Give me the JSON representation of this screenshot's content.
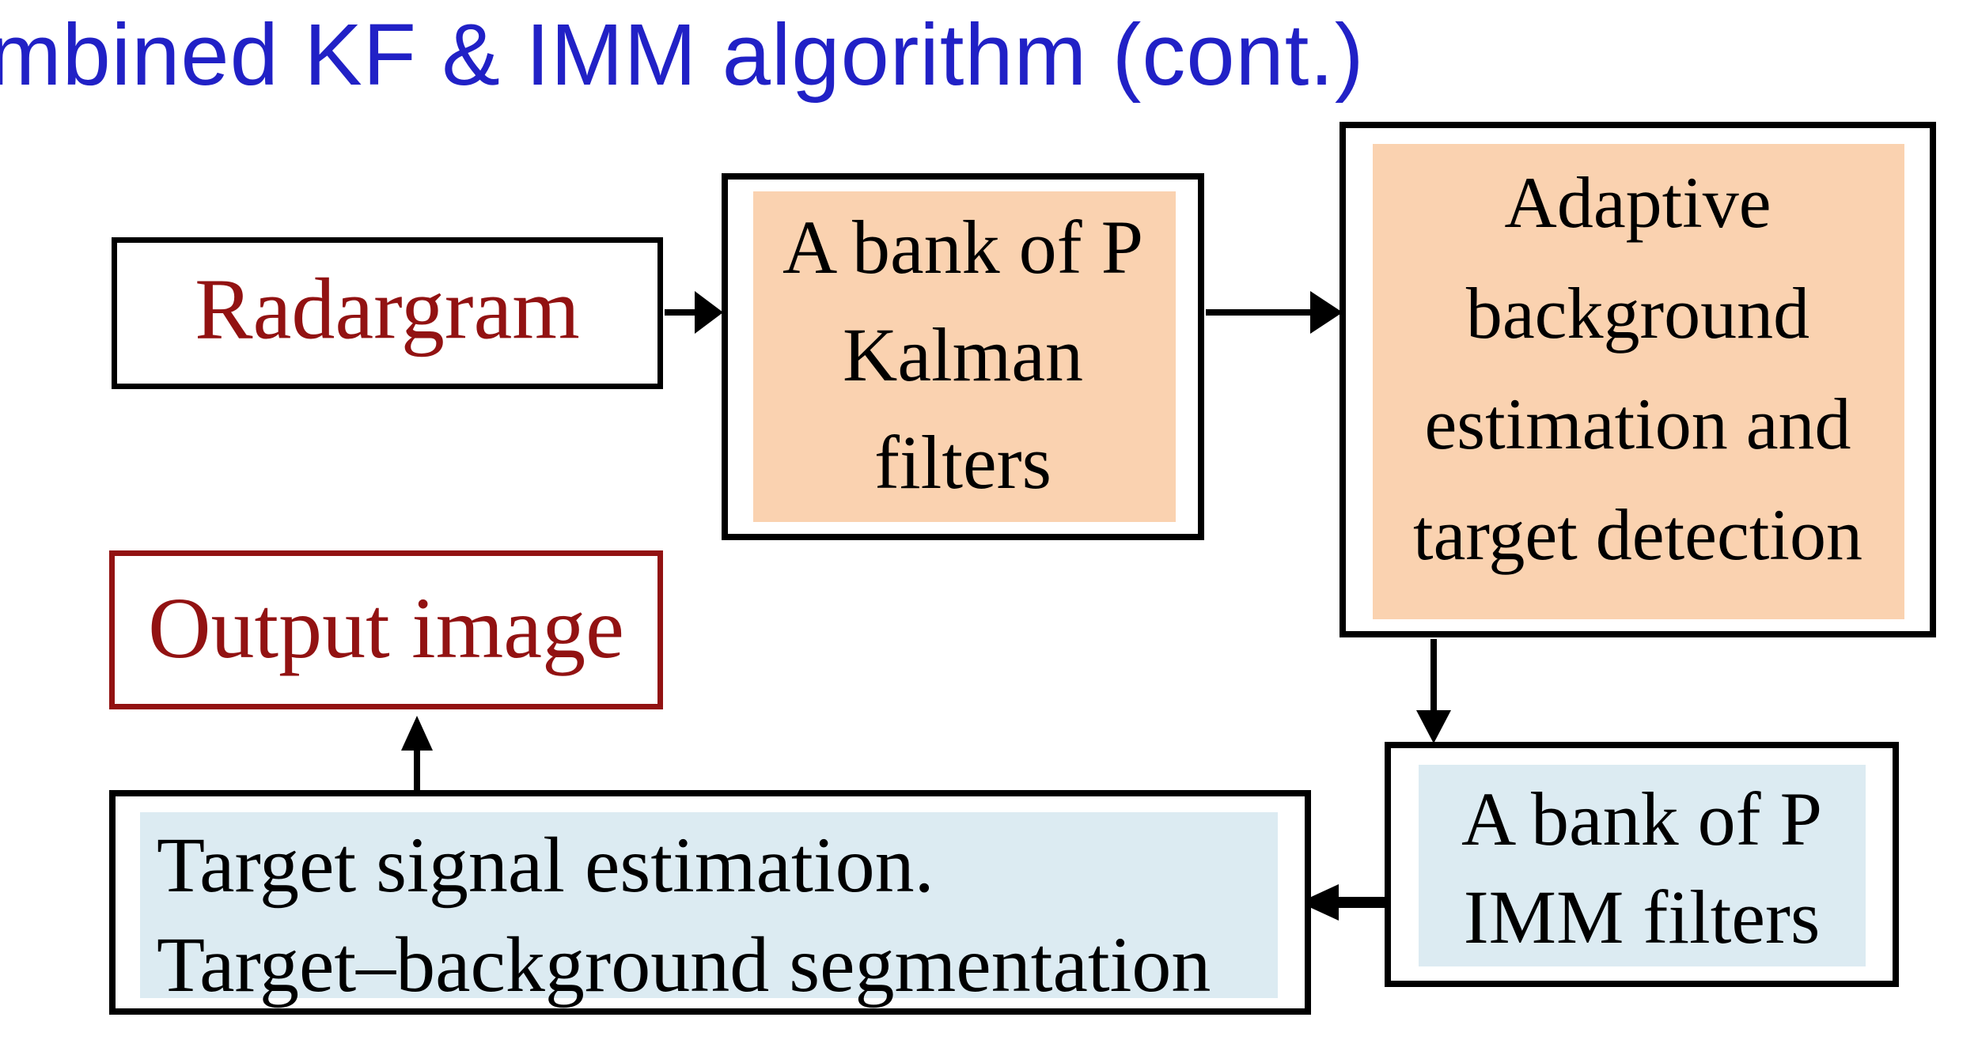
{
  "slide": {
    "title": "mbined KF & IMM algorithm (cont.)",
    "title_color": "#2121C6",
    "background_color": "#FFFFFF"
  },
  "colors": {
    "box_border_black": "#000000",
    "dark_red": "#921212",
    "peach_fill": "#FAD2B0",
    "light_blue_fill": "#DCEBF2",
    "arrow_black": "#000000"
  },
  "diagram": {
    "nodes": [
      {
        "id": "radargram",
        "label": "Radargram",
        "lines": [
          "Radargram"
        ],
        "fill": "#FFFFFF",
        "text_color": "#921212",
        "border_color": "#000000"
      },
      {
        "id": "kalman_bank",
        "label": "A bank of P Kalman filters",
        "lines": [
          "A bank of P",
          "Kalman",
          "filters"
        ],
        "fill": "#FAD2B0",
        "text_color": "#000000",
        "border_color": "#000000"
      },
      {
        "id": "adaptive_background",
        "label": "Adaptive background estimation and target detection",
        "lines": [
          "Adaptive",
          "background",
          "estimation and",
          "target detection"
        ],
        "fill": "#FAD2B0",
        "text_color": "#000000",
        "border_color": "#000000"
      },
      {
        "id": "imm_bank",
        "label": "A bank of P IMM filters",
        "lines": [
          "A bank of P",
          "IMM filters"
        ],
        "fill": "#DCEBF2",
        "text_color": "#000000",
        "border_color": "#000000"
      },
      {
        "id": "target_estimation",
        "label": "Target signal estimation. Target–background segmentation",
        "lines": [
          "Target signal estimation.",
          "Target–background segmentation"
        ],
        "fill": "#DCEBF2",
        "text_color": "#000000",
        "border_color": "#000000"
      },
      {
        "id": "output_image",
        "label": "Output image",
        "lines": [
          "Output image"
        ],
        "fill": "#FFFFFF",
        "text_color": "#921212",
        "border_color": "#921212"
      }
    ],
    "edges": [
      {
        "from": "radargram",
        "to": "kalman_bank",
        "direction": "right"
      },
      {
        "from": "kalman_bank",
        "to": "adaptive_background",
        "direction": "right"
      },
      {
        "from": "adaptive_background",
        "to": "imm_bank",
        "direction": "down"
      },
      {
        "from": "imm_bank",
        "to": "target_estimation",
        "direction": "left"
      },
      {
        "from": "target_estimation",
        "to": "output_image",
        "direction": "up"
      }
    ]
  }
}
